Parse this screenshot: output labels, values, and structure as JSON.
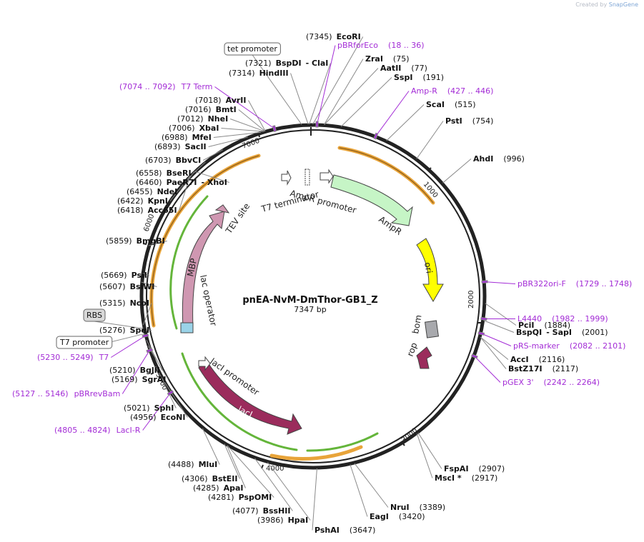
{
  "credit": {
    "prefix": "Created by",
    "brand": "SnapGene"
  },
  "plasmid": {
    "name": "pnEA-NvM-DmThor-GB1_Z",
    "size_label": "7347 bp",
    "length": 7347
  },
  "tick_labels": [
    "1000",
    "2000",
    "3000",
    "4000",
    "5000",
    "6000",
    "7000"
  ],
  "sites": [
    {
      "pos": 7345,
      "name": "EcoRI"
    },
    {
      "pos": 7321,
      "name": "BspDI",
      "alt": "ClaI"
    },
    {
      "pos": 7314,
      "name": "HindIII"
    },
    {
      "pos": 7018,
      "name": "AvrII"
    },
    {
      "pos": 7016,
      "name": "BmtI"
    },
    {
      "pos": 7012,
      "name": "NheI"
    },
    {
      "pos": 7006,
      "name": "XbaI"
    },
    {
      "pos": 6988,
      "name": "MfeI"
    },
    {
      "pos": 6893,
      "name": "SacII"
    },
    {
      "pos": 6703,
      "name": "BbvCI"
    },
    {
      "pos": 6558,
      "name": "BseRI"
    },
    {
      "pos": 6460,
      "name": "PaeR7I",
      "alt": "XhoI"
    },
    {
      "pos": 6455,
      "name": "NdeI"
    },
    {
      "pos": 6422,
      "name": "KpnI"
    },
    {
      "pos": 6418,
      "name": "Acc65I"
    },
    {
      "pos": 5859,
      "name": "BmgBI"
    },
    {
      "pos": 5669,
      "name": "PsiI"
    },
    {
      "pos": 5607,
      "name": "BsiWI"
    },
    {
      "pos": 5315,
      "name": "NcoI"
    },
    {
      "pos": 5276,
      "name": "SpeI"
    },
    {
      "pos": 5210,
      "name": "BglII"
    },
    {
      "pos": 5169,
      "name": "SgrAI"
    },
    {
      "pos": 5021,
      "name": "SphI"
    },
    {
      "pos": 4956,
      "name": "EcoNI"
    },
    {
      "pos": 4488,
      "name": "MluI"
    },
    {
      "pos": 4306,
      "name": "BstEII"
    },
    {
      "pos": 4285,
      "name": "ApaI"
    },
    {
      "pos": 4281,
      "name": "PspOMI"
    },
    {
      "pos": 4077,
      "name": "BssHII"
    },
    {
      "pos": 3986,
      "name": "HpaI"
    },
    {
      "pos": 3647,
      "name": "PshAI"
    },
    {
      "pos": 3420,
      "name": "EagI"
    },
    {
      "pos": 3389,
      "name": "NruI"
    },
    {
      "pos": 2917,
      "name": "MscI *"
    },
    {
      "pos": 2907,
      "name": "FspAI"
    },
    {
      "pos": 2117,
      "name": "BstZ17I"
    },
    {
      "pos": 2116,
      "name": "AccI"
    },
    {
      "pos": 2001,
      "name": "BspQI",
      "alt": "SapI"
    },
    {
      "pos": 1884,
      "name": "PciI"
    },
    {
      "pos": 996,
      "name": "AhdI"
    },
    {
      "pos": 754,
      "name": "PstI"
    },
    {
      "pos": 515,
      "name": "ScaI"
    },
    {
      "pos": 191,
      "name": "SspI"
    },
    {
      "pos": 77,
      "name": "AatII"
    },
    {
      "pos": 75,
      "name": "ZraI"
    }
  ],
  "primers": [
    {
      "name": "pBRforEco",
      "range": "(18 .. 36)"
    },
    {
      "name": "Amp-R",
      "range": "(427 .. 446)"
    },
    {
      "name": "pBR322ori-F",
      "range": "(1729 .. 1748)"
    },
    {
      "name": "L4440",
      "range": "(1982 .. 1999)"
    },
    {
      "name": "pRS-marker",
      "range": "(2082 .. 2101)"
    },
    {
      "name": "pGEX 3'",
      "range": "(2242 .. 2264)"
    },
    {
      "name": "T7 Term",
      "range": "(7074 .. 7092)"
    },
    {
      "name": "T7",
      "range": "(5230 .. 5249)"
    },
    {
      "name": "pBRrevBam",
      "range": "(5127 .. 5146)"
    },
    {
      "name": "LacI-R",
      "range": "(4805 .. 4824)"
    }
  ],
  "boxed_features": [
    "tet promoter",
    "RBS",
    "T7 promoter"
  ],
  "features": [
    {
      "name": "AmpR",
      "color": "#c6f5c6"
    },
    {
      "name": "AmpR promoter",
      "color": "#ffffff"
    },
    {
      "name": "ori",
      "color": "#ffff00"
    },
    {
      "name": "bom",
      "color": "#a8a9ad"
    },
    {
      "name": "rop",
      "color": "#9b2c5c"
    },
    {
      "name": "lacI",
      "color": "#9b2c5c"
    },
    {
      "name": "lacI promoter",
      "color": "#ffffff"
    },
    {
      "name": "MBP",
      "color": "#cf97b1"
    },
    {
      "name": "lac operator",
      "color": "#ffffff"
    },
    {
      "name": "TEV site",
      "color": "#cf97b1"
    },
    {
      "name": "T7 terminator",
      "color": "#ffffff"
    }
  ],
  "colors": {
    "primer": "#a32cd6",
    "orf": "#e8a43a",
    "orf_inner": "#64b53a",
    "backbone": "#222222"
  }
}
